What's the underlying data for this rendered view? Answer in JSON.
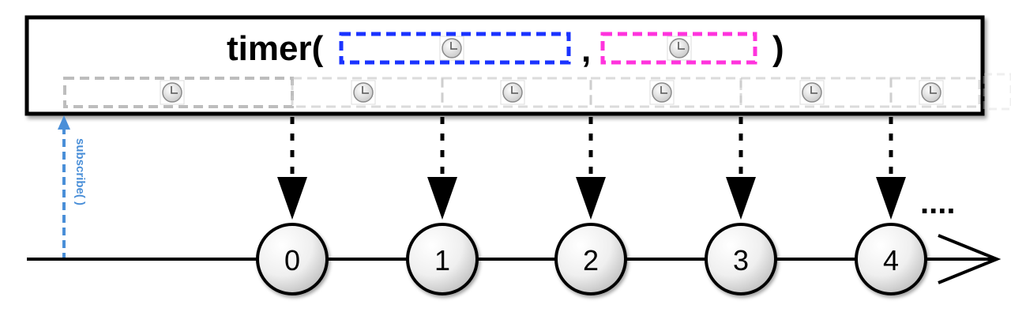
{
  "operator": {
    "name": "timer(",
    "separator": ",",
    "close": ")"
  },
  "colors": {
    "initial_delay_box": "#1a33ff",
    "period_box": "#ff33dd",
    "subscribe": "#4a8fd8",
    "interval_boxes": "#c8c8c8",
    "timeline": "#000000"
  },
  "icons": {
    "clock": "clock-icon"
  },
  "subscribe_label": "subscribe( )",
  "emissions": [
    {
      "label": "0"
    },
    {
      "label": "1"
    },
    {
      "label": "2"
    },
    {
      "label": "3"
    },
    {
      "label": "4"
    }
  ],
  "continuation": "...."
}
